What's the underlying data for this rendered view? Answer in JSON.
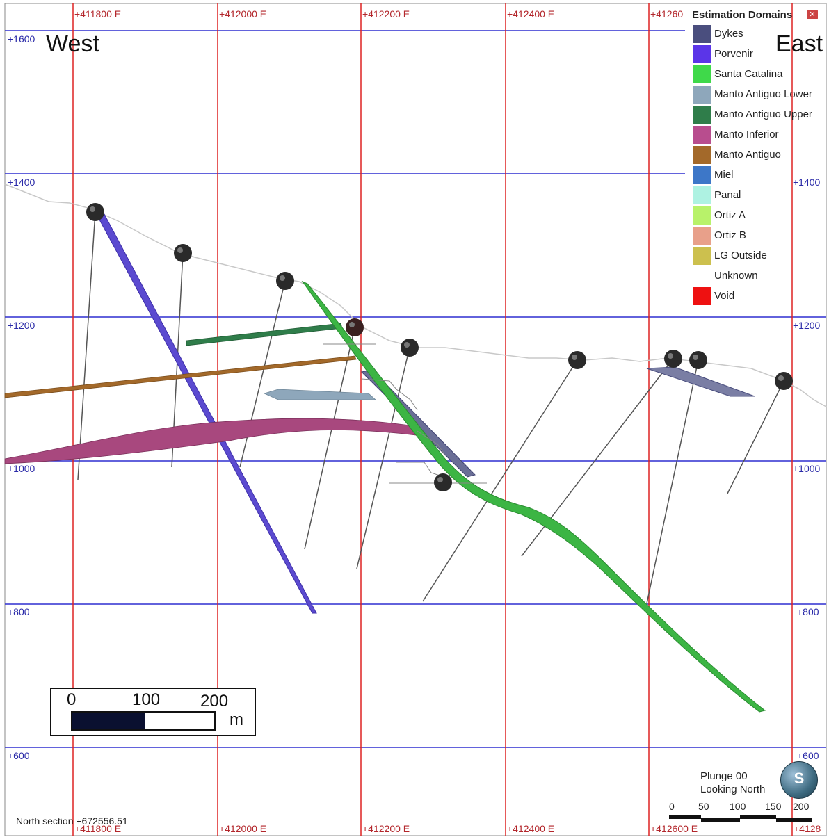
{
  "view": {
    "west_label": "West",
    "east_label": "East",
    "north_section": "North section +672556.51",
    "plunge": "Plunge 00",
    "looking": "Looking North",
    "compass_letter": "S"
  },
  "grid": {
    "easting_top": [
      "+411800 E",
      "+412000 E",
      "+412200 E",
      "+412400 E",
      "+41260"
    ],
    "easting_bottom": [
      "+411800 E",
      "+412000 E",
      "+412200 E",
      "+412400 E",
      "+412600 E",
      "+4128"
    ],
    "elevation_left": [
      "+1600",
      "+1400",
      "+1200",
      "+1000",
      "+800",
      "+600"
    ],
    "elevation_right": [
      "+1400",
      "+1200",
      "+1000",
      "+800",
      "+600"
    ]
  },
  "legend": {
    "title": "Estimation Domains",
    "items": [
      {
        "label": "Dykes",
        "color": "#4a4e7e"
      },
      {
        "label": "Porvenir",
        "color": "#5b35e8"
      },
      {
        "label": "Santa Catalina",
        "color": "#3fd94a"
      },
      {
        "label": "Manto Antiguo Lower",
        "color": "#8ea7bb"
      },
      {
        "label": "Manto Antiguo Upper",
        "color": "#2f7d4a"
      },
      {
        "label": "Manto Inferior",
        "color": "#b84d8e"
      },
      {
        "label": "Manto Antiguo",
        "color": "#a3692a"
      },
      {
        "label": "Miel",
        "color": "#3d77c8"
      },
      {
        "label": "Panal",
        "color": "#aef2e2"
      },
      {
        "label": "Ortiz A",
        "color": "#b8f26a"
      },
      {
        "label": "Ortiz B",
        "color": "#e8a08a"
      },
      {
        "label": "LG Outside",
        "color": "#ccc04e"
      },
      {
        "label": "Unknown",
        "color": "#ffffff"
      },
      {
        "label": "Void",
        "color": "#ee1111"
      }
    ]
  },
  "scale_bar": {
    "ticks": [
      "0",
      "100",
      "200"
    ],
    "unit": "m"
  },
  "small_scale": {
    "ticks": [
      "0",
      "50",
      "100",
      "150",
      "200"
    ]
  },
  "close_icon": "close-icon"
}
